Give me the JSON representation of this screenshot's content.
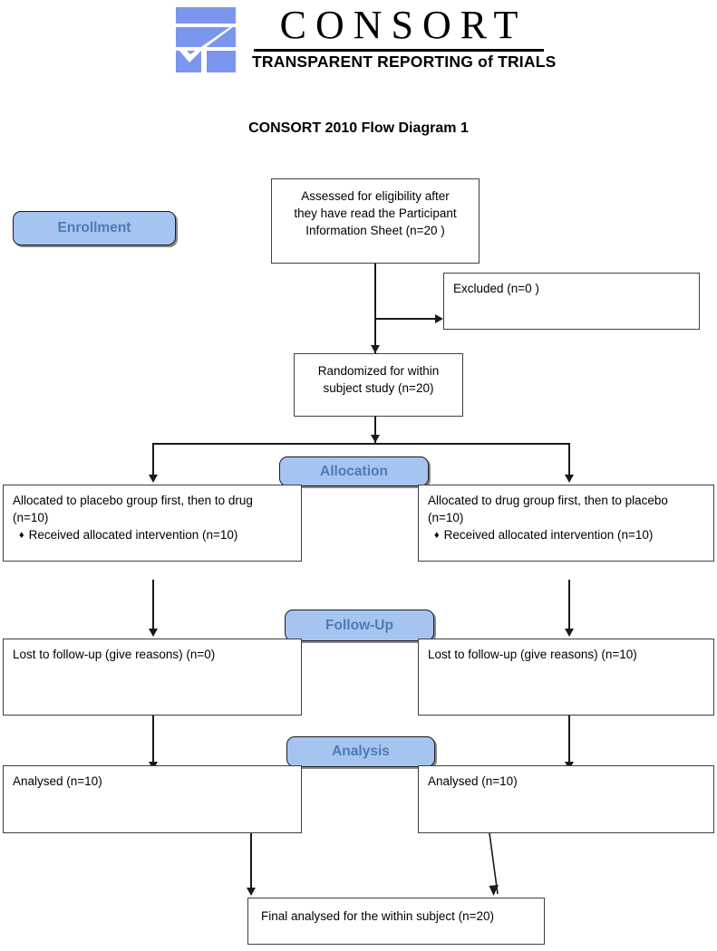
{
  "logo": {
    "wordmark": "CONSORT",
    "tagline": "TRANSPARENT REPORTING of TRIALS",
    "mark_color": "#7b96ec",
    "mark_name": "consort-checkmark-mark"
  },
  "title": "CONSORT 2010 Flow Diagram 1",
  "stage_badges": {
    "enrollment": "Enrollment",
    "allocation": "Allocation",
    "followup": "Follow-Up",
    "analysis": "Analysis",
    "fill_color": "#a6c4f0",
    "text_color": "#4a7cb5"
  },
  "boxes": {
    "assessed": {
      "lines": [
        "Assessed for eligibility after",
        "they have read the Participant",
        "Information Sheet (n=20 )"
      ]
    },
    "excluded": {
      "lines": [
        "Excluded (n=0 )"
      ]
    },
    "randomized": {
      "lines": [
        "Randomized for within",
        "subject study (n=20)"
      ]
    },
    "alloc_left": {
      "lines": [
        "Allocated to placebo group first, then to drug",
        "(n=10)"
      ],
      "bullets": [
        "Received allocated intervention (n=10)"
      ],
      "bullet_glyph": "♦"
    },
    "alloc_right": {
      "lines": [
        "Allocated to drug group first, then to placebo",
        "(n=10)"
      ],
      "bullets": [
        "Received allocated intervention (n=10)"
      ],
      "bullet_glyph": "♦"
    },
    "followup_left": {
      "lines": [
        "Lost to follow-up (give reasons) (n=0)"
      ]
    },
    "followup_right": {
      "lines": [
        "Lost to follow-up (give reasons) (n=10)"
      ]
    },
    "analysis_left": {
      "lines": [
        "Analysed (n=10)"
      ]
    },
    "analysis_right": {
      "lines": [
        "Analysed (n=10)"
      ]
    },
    "final": {
      "lines": [
        "Final analysed for the within subject (n=20)"
      ]
    }
  }
}
